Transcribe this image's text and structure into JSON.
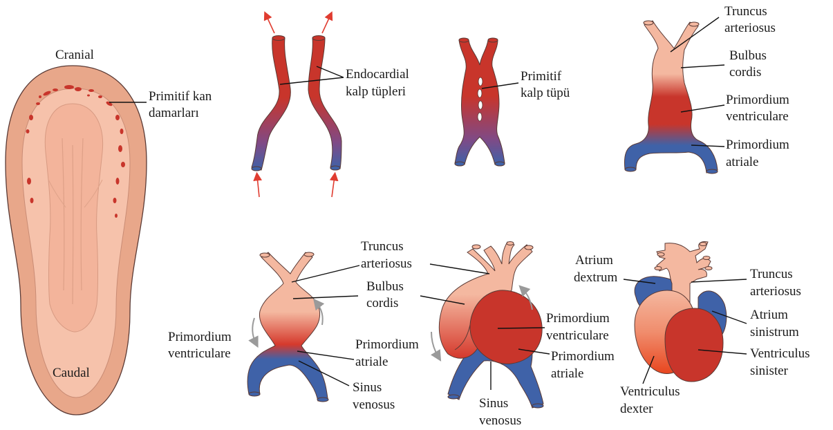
{
  "colors": {
    "red": "#c8352b",
    "blue": "#3f62a8",
    "peach": "#f4b8a0",
    "embryo_outer": "#e8a78a",
    "embryo_inner": "#f6c2ab",
    "arrow_red": "#e03c30",
    "arrow_gray": "#9a9a9a"
  },
  "embryo": {
    "cranial": "Cranial",
    "caudal": "Caudal",
    "vessels_1": "Primitif kan",
    "vessels_2": "damarları"
  },
  "stage1": {
    "label_1": "Endocardial",
    "label_2": "kalp tüpleri"
  },
  "stage2": {
    "label_1": "Primitif",
    "label_2": "kalp tüpü"
  },
  "stage3": {
    "truncus_1": "Truncus",
    "truncus_2": "arteriosus",
    "bulbus_1": "Bulbus",
    "bulbus_2": "cordis",
    "ventricle_1": "Primordium",
    "ventricle_2": "ventriculare",
    "atrium_1": "Primordium",
    "atrium_2": "atriale"
  },
  "stage4": {
    "truncus_1": "Truncus",
    "truncus_2": "arteriosus",
    "bulbus_1": "Bulbus",
    "bulbus_2": "cordis",
    "ventricle_1": "Primordium",
    "ventricle_2": "ventriculare",
    "atrium_1": "Primordium",
    "atrium_2": "atriale",
    "sinus_1": "Sinus",
    "sinus_2": "venosus"
  },
  "stage5": {
    "ventricle_1": "Primordium",
    "ventricle_2": "ventriculare",
    "atrium_1": "Primordium",
    "atrium_2": "atriale",
    "sinus_1": "Sinus",
    "sinus_2": "venosus"
  },
  "stage6": {
    "atrium_dextrum_1": "Atrium",
    "atrium_dextrum_2": "dextrum",
    "truncus_1": "Truncus",
    "truncus_2": "arteriosus",
    "atrium_sinistrum_1": "Atrium",
    "atrium_sinistrum_2": "sinistrum",
    "ventriculus_sinister_1": "Ventriculus",
    "ventriculus_sinister_2": "sinister",
    "ventriculus_dexter_1": "Ventriculus",
    "ventriculus_dexter_2": "dexter"
  }
}
